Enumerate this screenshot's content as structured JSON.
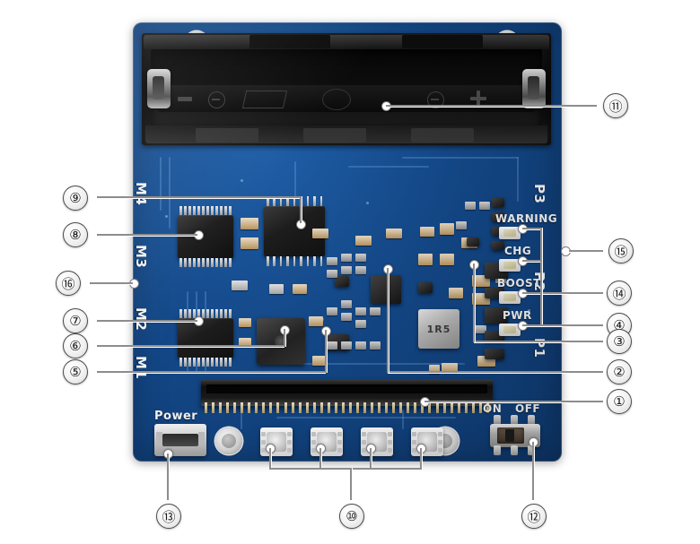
{
  "image": {
    "subject": "Battery / power HAT expansion board for micro:bit, top view with numbered callouts",
    "background_color": "#ffffff",
    "board_color": "#14498a"
  },
  "board": {
    "silkscreen": {
      "left_edge": [
        "M4",
        "M3",
        "M2",
        "M1"
      ],
      "right_edge": [
        "P3",
        "P2",
        "P1"
      ],
      "led_labels": [
        "WARNING",
        "CHG",
        "BOOST",
        "PWR"
      ],
      "power_label": "Power",
      "switch_labels": [
        "ON",
        "OFF"
      ],
      "inductor_marking": "1R5"
    },
    "components": {
      "battery_holder": "18650-battery-holder",
      "edge_connector": "microbit-edge-connector",
      "usb_connector": "micro-usb-power-input",
      "slide_switch": "power-slide-switch",
      "rgb_led_count": 4,
      "mounting_hole_count": 4
    }
  },
  "callouts": {
    "left": [
      {
        "id": "9",
        "label": "⑨"
      },
      {
        "id": "8",
        "label": "⑧"
      },
      {
        "id": "16",
        "label": "⑯"
      },
      {
        "id": "7",
        "label": "⑦"
      },
      {
        "id": "6",
        "label": "⑥"
      },
      {
        "id": "5",
        "label": "⑤"
      }
    ],
    "right": [
      {
        "id": "11",
        "label": "⑪"
      },
      {
        "id": "15",
        "label": "⑮"
      },
      {
        "id": "14",
        "label": "⑭"
      },
      {
        "id": "4",
        "label": "④"
      },
      {
        "id": "3",
        "label": "③"
      },
      {
        "id": "2",
        "label": "②"
      },
      {
        "id": "1",
        "label": "①"
      }
    ],
    "bottom": [
      {
        "id": "13",
        "label": "⑬"
      },
      {
        "id": "10",
        "label": "⑩"
      },
      {
        "id": "12",
        "label": "⑫"
      }
    ]
  }
}
